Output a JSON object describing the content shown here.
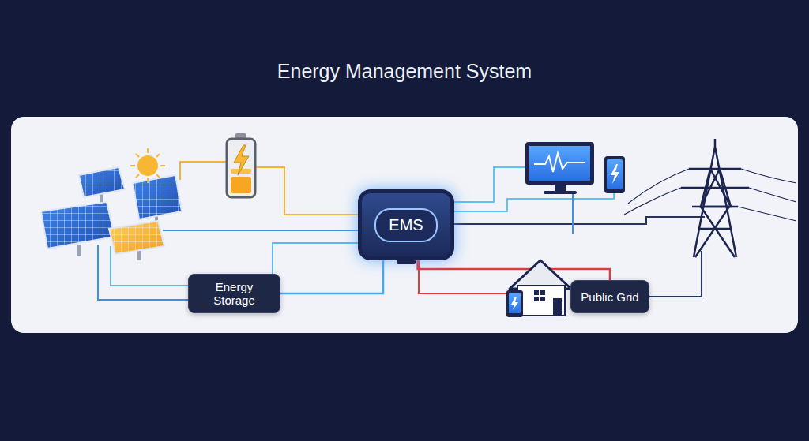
{
  "diagram": {
    "title": "Energy Management System",
    "nodes": [
      {
        "text": [
          "EMS"
        ]
      },
      {
        "text": [
          "Energy Storage"
        ]
      },
      {
        "text": [
          "Public Grid"
        ]
      }
    ],
    "edges": [
      {
        "from": 1,
        "to": 0,
        "arrow": "none"
      },
      {
        "from": 0,
        "to": 2,
        "arrow": "none"
      }
    ]
  }
}
